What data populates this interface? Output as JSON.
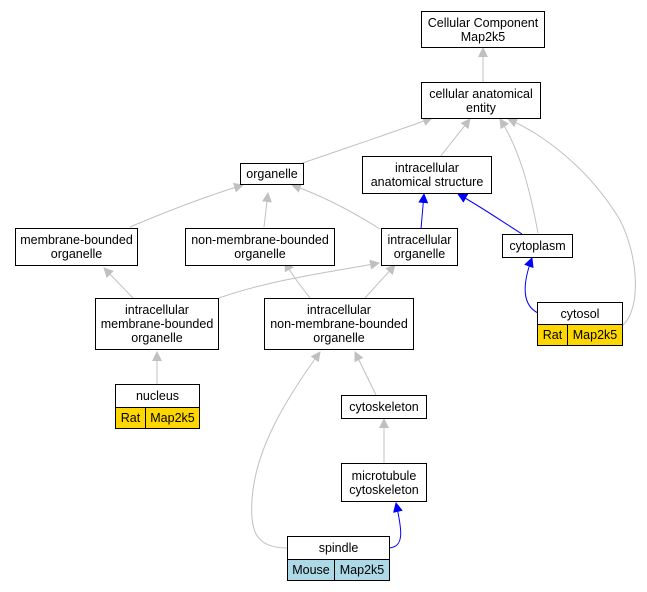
{
  "colors": {
    "gray_edge": "#c0c0c0",
    "blue_edge": "#0000ff",
    "rat_fill": "#ffd700",
    "mouse_fill": "#add8e6"
  },
  "nodes": {
    "cellular_component": "Cellular Component\nMap2k5",
    "cellular_anatomical_entity": "cellular anatomical\nentity",
    "organelle": "organelle",
    "intracellular_anatomical_structure": "intracellular\nanatomical structure",
    "membrane_bounded_organelle": "membrane-bounded\norganelle",
    "non_membrane_bounded_organelle": "non-membrane-bounded\norganelle",
    "intracellular_organelle": "intracellular\norganelle",
    "cytoplasm": "cytoplasm",
    "intracellular_membrane_bounded_organelle": "intracellular\nmembrane-bounded\norganelle",
    "intracellular_non_membrane_bounded_organelle": "intracellular\nnon-membrane-bounded\norganelle",
    "cytosol": "cytosol",
    "nucleus": "nucleus",
    "cytoskeleton": "cytoskeleton",
    "microtubule_cytoskeleton": "microtubule\ncytoskeleton",
    "spindle": "spindle"
  },
  "annotations": {
    "cytosol": {
      "species": "Rat",
      "gene": "Map2k5"
    },
    "nucleus": {
      "species": "Rat",
      "gene": "Map2k5"
    },
    "spindle": {
      "species": "Mouse",
      "gene": "Map2k5"
    }
  }
}
